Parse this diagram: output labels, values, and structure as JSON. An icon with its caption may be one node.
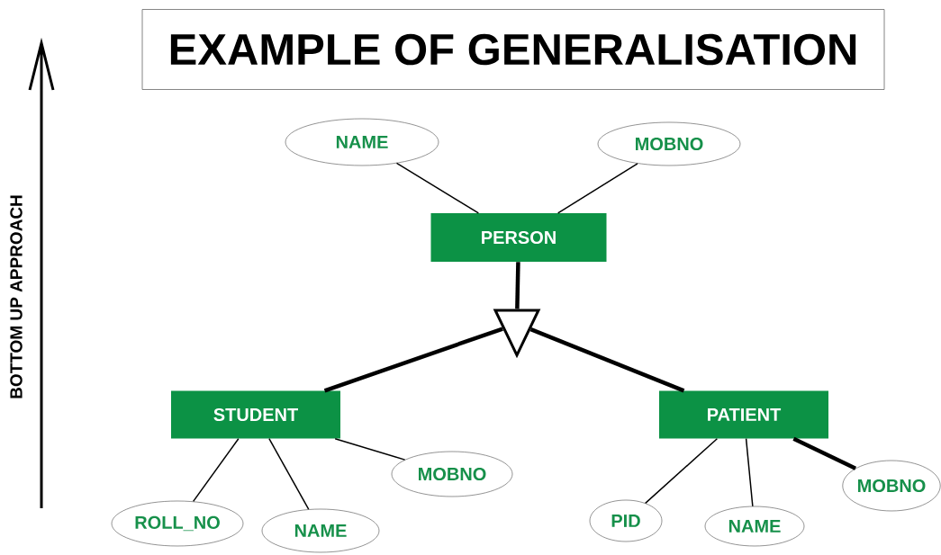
{
  "diagram": {
    "title": "EXAMPLE OF GENERALISATION",
    "nodes": [
      {
        "text": [
          "NAME"
        ]
      },
      {
        "text": [
          "MOBNO"
        ]
      },
      {
        "text": [
          "PERSON"
        ]
      },
      {
        "text": [],
        "shape": "triangle"
      },
      {
        "text": [
          "STUDENT"
        ]
      },
      {
        "text": [
          "PATIENT"
        ]
      },
      {
        "text": [
          "ROLL_NO"
        ]
      },
      {
        "text": [
          "NAME"
        ]
      },
      {
        "text": [
          "MOBNO"
        ]
      },
      {
        "text": [
          "PID"
        ]
      },
      {
        "text": [
          "NAME"
        ]
      },
      {
        "text": [
          "MOBNO"
        ]
      }
    ],
    "edges": [
      {
        "from": 0,
        "to": 2,
        "arrow": "none"
      },
      {
        "from": 1,
        "to": 2,
        "arrow": "none"
      },
      {
        "from": 2,
        "to": 3,
        "arrow": "none",
        "style": "thick"
      },
      {
        "from": 3,
        "to": 4,
        "arrow": "none",
        "style": "thick"
      },
      {
        "from": 3,
        "to": 5,
        "arrow": "none",
        "style": "thick"
      },
      {
        "from": 4,
        "to": 6,
        "arrow": "none"
      },
      {
        "from": 4,
        "to": 7,
        "arrow": "none"
      },
      {
        "from": 4,
        "to": 8,
        "arrow": "none"
      },
      {
        "from": 5,
        "to": 9,
        "arrow": "none"
      },
      {
        "from": 5,
        "to": 10,
        "arrow": "none"
      },
      {
        "from": 5,
        "to": 11,
        "arrow": "none",
        "style": "thick"
      }
    ],
    "labels": [
      "BOTTOM UP APPROACH"
    ]
  }
}
